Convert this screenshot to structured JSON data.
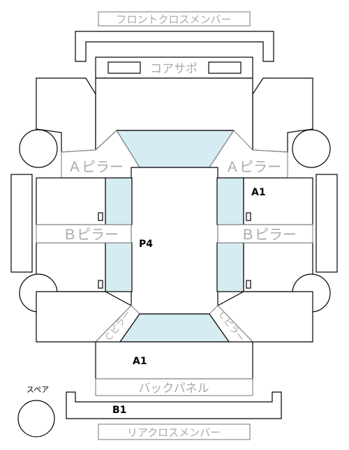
{
  "labels": {
    "front_cross_member": "フロントクロスメンバー",
    "core_support": "コアサポ",
    "a_pillar_left": "Ａピラー",
    "a_pillar_right": "Ａピラー",
    "b_pillar_left": "Ｂピラー",
    "b_pillar_right": "Ｂピラー",
    "c_pillar_left": "Ｃピラー",
    "c_pillar_right": "Ｃピラー",
    "back_panel": "バックパネル",
    "rear_cross_member": "リアクロスメンバー",
    "spare": "スペア"
  },
  "grades": {
    "front_right_pillar_area": "A1",
    "roof": "P4",
    "trunk": "A1",
    "rear_cross_member": "B1"
  },
  "colors": {
    "glass": "#d6ecf3",
    "outline": "#000000",
    "label_gray": "#a8a8a8"
  }
}
